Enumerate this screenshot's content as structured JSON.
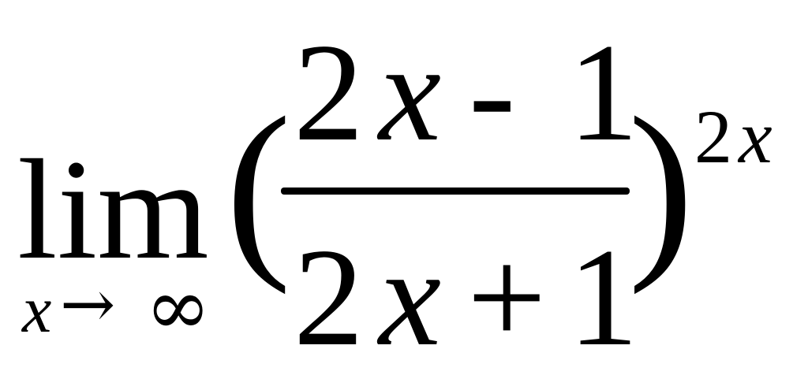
{
  "formula": {
    "operator": "lim",
    "subscript": {
      "variable": "x",
      "arrow": "→",
      "target": "∞"
    },
    "left_paren": "(",
    "right_paren": ")",
    "numerator": {
      "coefficient": "2",
      "variable": "x",
      "operator": "-",
      "constant": "1"
    },
    "denominator": {
      "coefficient": "2",
      "variable": "x",
      "operator": "+",
      "constant": "1"
    },
    "exponent": {
      "coefficient": "2",
      "variable": "x"
    }
  }
}
